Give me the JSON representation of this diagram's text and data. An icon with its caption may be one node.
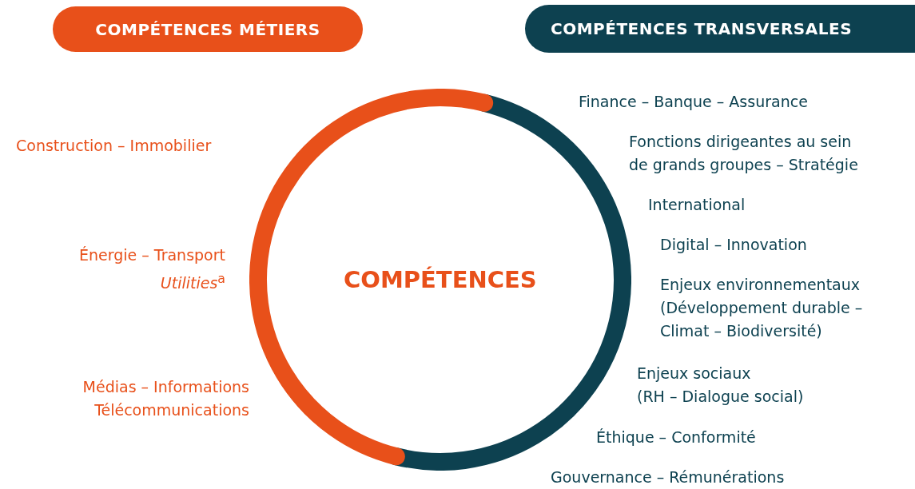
{
  "diagram": {
    "nodes": [
      {
        "text": [
          "COMPÉTENCES MÉTIERS"
        ]
      },
      {
        "text": [
          "COMPÉTENCES TRANSVERSALES"
        ]
      },
      {
        "text": [
          "COMPÉTENCES"
        ]
      }
    ],
    "labels": [
      "Construction – Immobilier",
      "Énergie – Transport *Utilities*$^{a}$",
      "Médias – Informations Télécommunications",
      "Finance – Banque – Assurance",
      "Fonctions dirigeantes au sein de grands groupes – Stratégie",
      "International",
      "Digital – Innovation",
      "Enjeux environnementaux (Développement durable – Climat – Biodiversité)",
      "Enjeux sociaux (RH – Dialogue social)",
      "Éthique – Conformité",
      "Gouvernance – Rémunérations"
    ]
  }
}
